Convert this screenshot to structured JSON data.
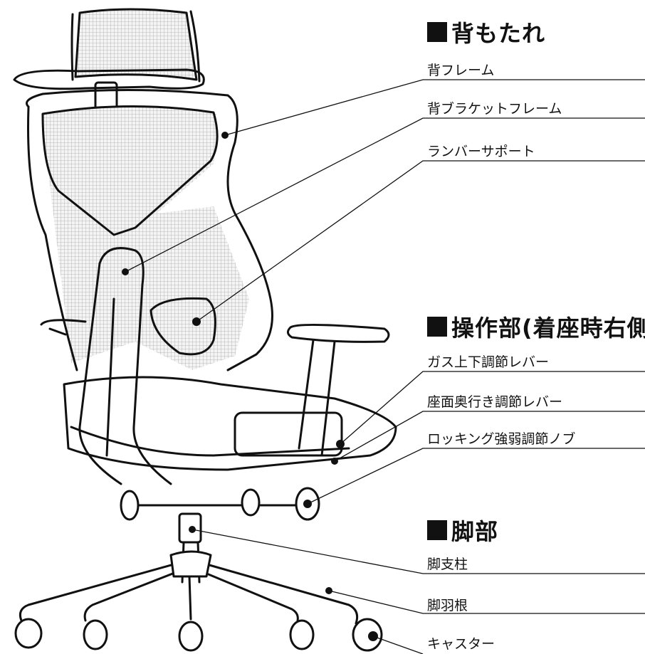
{
  "sections": {
    "backrest": {
      "title": "背もたれ"
    },
    "controls": {
      "title": "操作部(着座時右側)"
    },
    "legs": {
      "title": "脚部"
    }
  },
  "labels": {
    "back_frame": "背フレーム",
    "back_bracket_frame": "背ブラケットフレーム",
    "lumbar_support": "ランバーサポート",
    "gas_lever": "ガス上下調節レバー",
    "seat_depth_lever": "座面奥行き調節レバー",
    "rocking_knob": "ロッキング強弱調節ノブ",
    "leg_pillar": "脚支柱",
    "leg_blade": "脚羽根",
    "caster": "キャスター"
  }
}
